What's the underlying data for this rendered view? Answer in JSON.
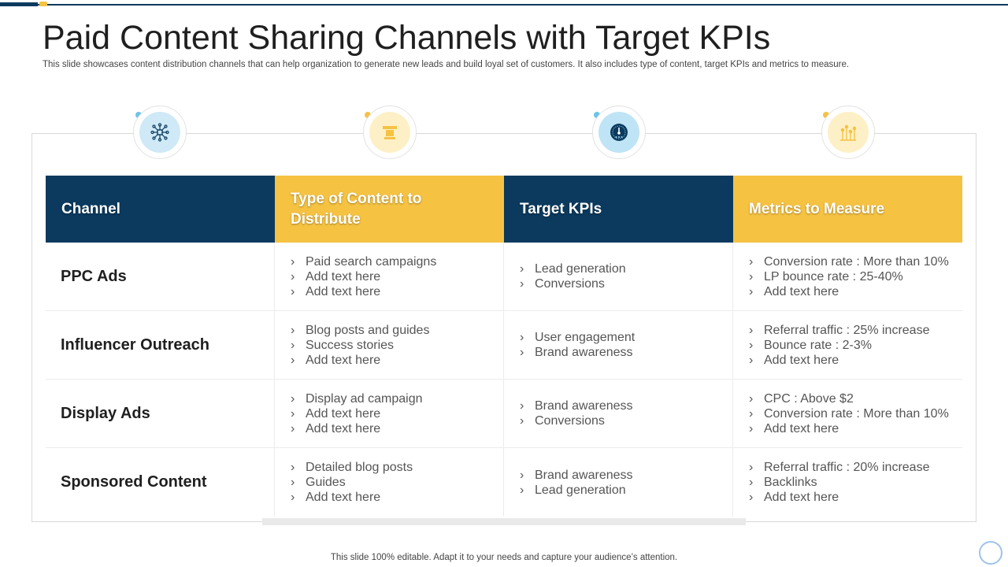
{
  "title": "Paid Content Sharing Channels with Target KPIs",
  "subtitle": "This slide showcases content distribution channels that can help organization to generate new leads and build loyal set of customers.  It also includes type of content, target KPIs and metrics to measure.",
  "icons": [
    {
      "name": "network-hub-icon",
      "ring_color": "#cfe9f6",
      "dot_color": "#6cc3e8"
    },
    {
      "name": "box-stand-icon",
      "ring_color": "#fdf0c7",
      "dot_color": "#f5c242"
    },
    {
      "name": "gauge-icon",
      "ring_color": "#bfe4f5",
      "dot_color": "#6cc3e8"
    },
    {
      "name": "bar-chart-icon",
      "ring_color": "#fdf0c7",
      "dot_color": "#f5c242"
    }
  ],
  "headers": [
    "Channel",
    "Type of Content to Distribute",
    "Target KPIs",
    "Metrics to Measure"
  ],
  "colors": {
    "navy": "#0b3a5e",
    "gold": "#f5c242"
  },
  "bullet": "›",
  "rows": [
    {
      "channel": "PPC Ads",
      "content": [
        "Paid search campaigns",
        "Add text here",
        "Add text here"
      ],
      "kpis": [
        "Lead generation",
        "Conversions"
      ],
      "metrics": [
        "Conversion rate : More than 10%",
        "LP bounce rate : 25-40%",
        "Add text here"
      ]
    },
    {
      "channel": "Influencer Outreach",
      "content": [
        "Blog posts and guides",
        "Success stories",
        "Add text here"
      ],
      "kpis": [
        "User engagement",
        "Brand awareness"
      ],
      "metrics": [
        "Referral traffic : 25% increase",
        "Bounce rate : 2-3%",
        "Add text here"
      ]
    },
    {
      "channel": "Display Ads",
      "content": [
        "Display ad campaign",
        "Add text here",
        "Add text here"
      ],
      "kpis": [
        "Brand awareness",
        "Conversions"
      ],
      "metrics": [
        "CPC : Above $2",
        "Conversion rate : More than 10%",
        "Add text here"
      ]
    },
    {
      "channel": "Sponsored Content",
      "content": [
        "Detailed blog posts",
        "Guides",
        "Add text here"
      ],
      "kpis": [
        "Brand awareness",
        "Lead generation"
      ],
      "metrics": [
        "Referral traffic : 20% increase",
        "Backlinks",
        "Add text here"
      ]
    }
  ],
  "footer": "This slide 100% editable. Adapt it to your needs and capture your audience’s attention."
}
